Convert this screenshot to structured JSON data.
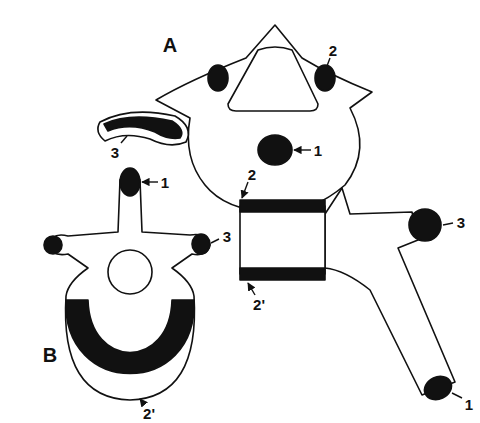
{
  "diagram": {
    "labels": [
      "A",
      "2",
      "1",
      "3",
      "B",
      "1",
      "3",
      "2'",
      "2",
      "2'",
      "3",
      "1"
    ]
  }
}
